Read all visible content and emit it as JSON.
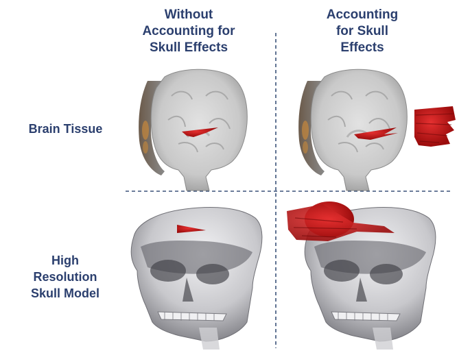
{
  "columns": [
    {
      "label": "Without\nAccounting for\nSkull Effects"
    },
    {
      "label": "Accounting\nfor Skull\nEffects"
    }
  ],
  "rows": [
    {
      "label": "Brain Tissue"
    },
    {
      "label": "High\nResolution\nSkull Model"
    }
  ],
  "colors": {
    "heading_text": "#2b3f6e",
    "divider": "#3a5178",
    "highlight": "#cc1111",
    "brain_gray": "#cfcfcf",
    "skull_gray": "#d9d9db"
  }
}
